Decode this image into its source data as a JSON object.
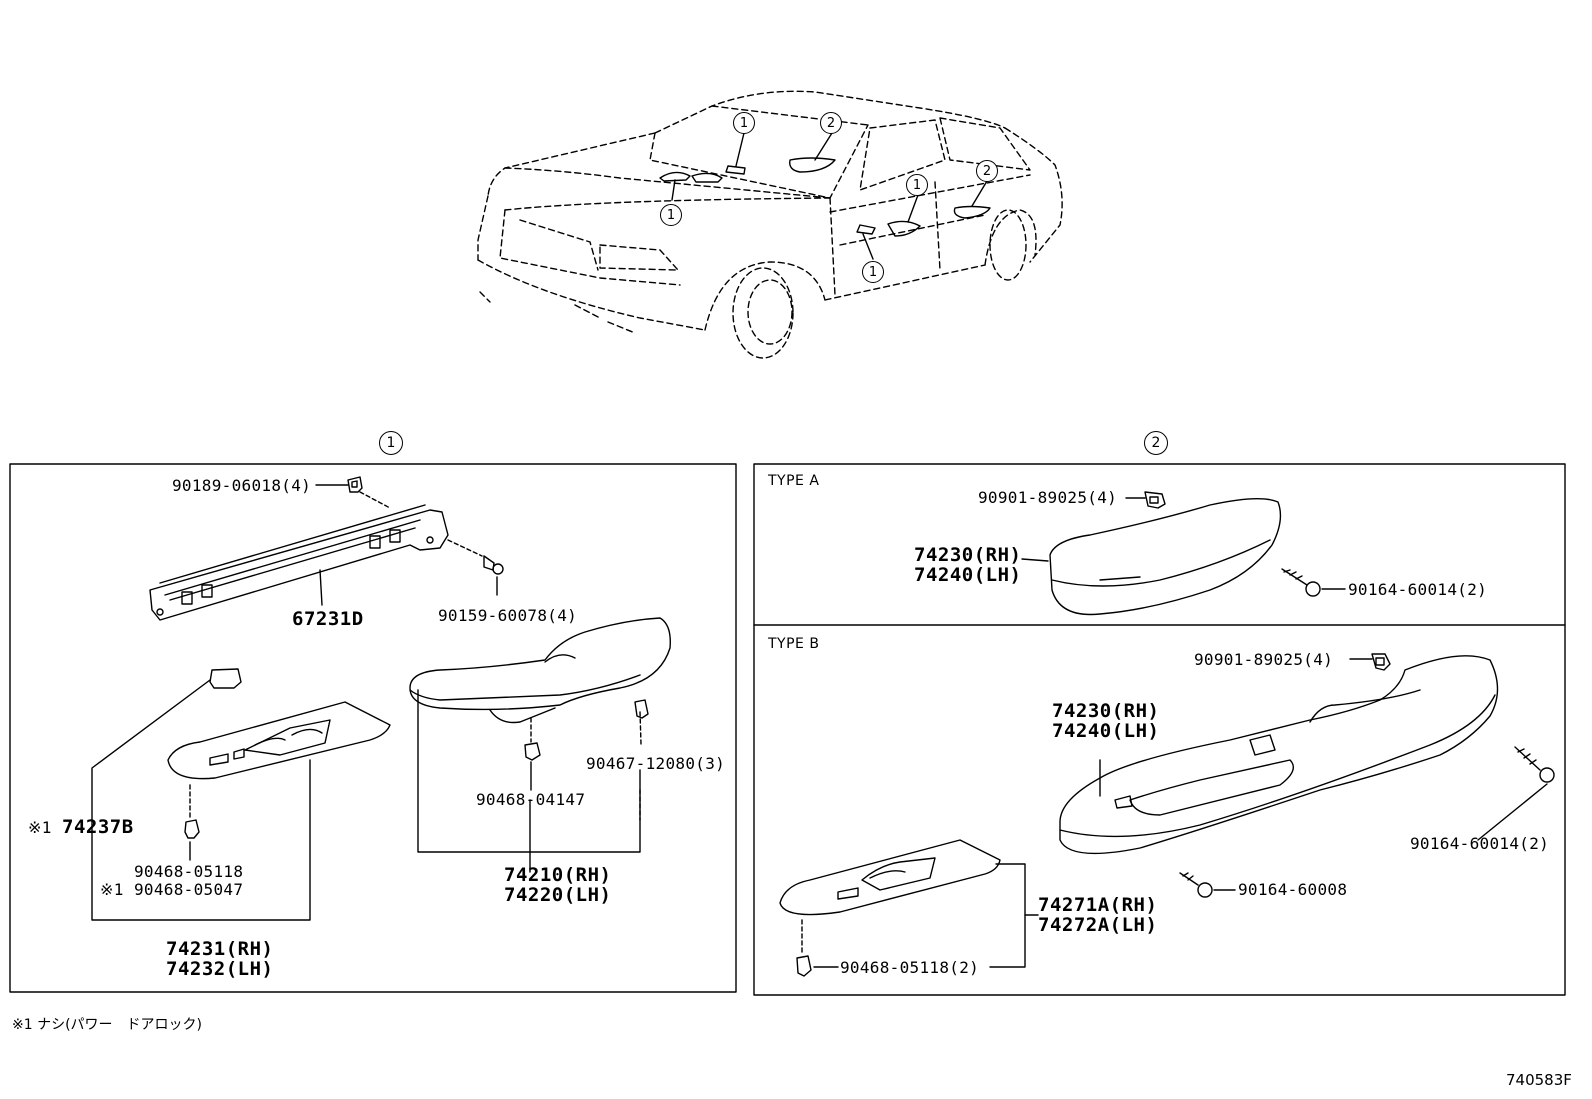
{
  "callouts": {
    "c1": "1",
    "c2": "2"
  },
  "panel_2": {
    "type_a": {
      "label": "TYPE A",
      "fastener_clip": "90901-89025(4)",
      "handle_rh": "74230(RH)",
      "handle_lh": "74240(LH)",
      "screw": "90164-60014(2)"
    },
    "type_b": {
      "label": "TYPE B",
      "fastener_clip": "90901-89025(4)",
      "handle_rh": "74230(RH)",
      "handle_lh": "74240(LH)",
      "screw_long": "90164-60014(2)",
      "screw_short": "90164-60008",
      "bezel_rh": "74271A(RH)",
      "bezel_lh": "74272A(LH)",
      "clip": "90468-05118(2)"
    }
  },
  "panel_1": {
    "top_clip": "90189-06018(4)",
    "bracket": "67231D",
    "bolt": "90159-60078(4)",
    "cap_mark": "※1",
    "cap": "74237B",
    "clip_a": "90468-05118",
    "clip_b_mark": "※1",
    "clip_b": "90468-05047",
    "bezel_rh": "74231(RH)",
    "bezel_lh": "74232(LH)",
    "clip_c": "90468-04147",
    "clip_d": "90467-12080(3)",
    "armrest_rh": "74210(RH)",
    "armrest_lh": "74220(LH)"
  },
  "footnote": "※1 ナシ(パワー　ドアロック)",
  "diagram_code": "740583F"
}
